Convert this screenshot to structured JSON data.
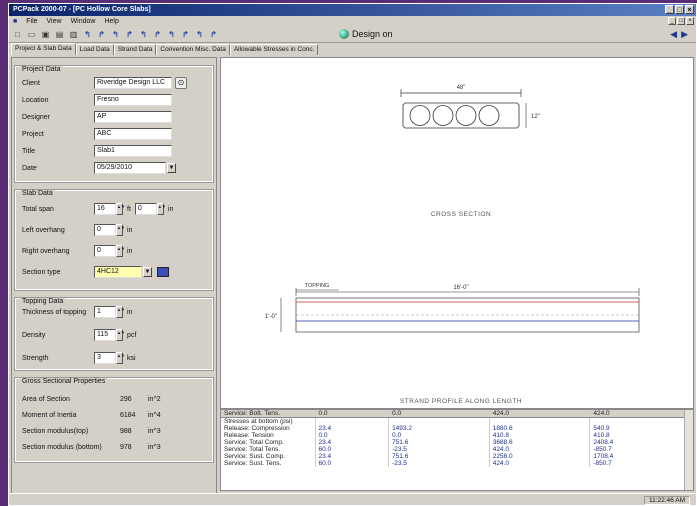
{
  "window": {
    "title": "PCPack 2000-07 - [PC Hollow Core Slabs]"
  },
  "menu": [
    "File",
    "View",
    "Window",
    "Help"
  ],
  "toolbar": {
    "design_label": "Design on"
  },
  "tabs": [
    "Project & Slab Data",
    "Load Data",
    "Strand Data",
    "Convention Misc. Data",
    "Allowable Stresses in Conc."
  ],
  "project": {
    "title": "Project Data",
    "client_label": "Client",
    "client": "Riveridge Design LLC",
    "location_label": "Location",
    "location": "Fresno",
    "designer_label": "Designer",
    "designer": "AP",
    "project_label": "Project",
    "project": "ABC",
    "title_label": "Title",
    "title_value": "Slab1",
    "date_label": "Date",
    "date": "05/29/2010"
  },
  "slab": {
    "title": "Slab Data",
    "span_label": "Total span",
    "span_ft": "16",
    "span_in": "0",
    "ft_unit": "ft",
    "in_unit": "in",
    "left_label": "Left overhang",
    "left": "0",
    "left_unit": "in",
    "right_label": "Right overhang",
    "right": "0",
    "right_unit": "in",
    "section_label": "Section type",
    "section": "4HC12"
  },
  "topping": {
    "title": "Topping Data",
    "thick_label": "Thickness of topping",
    "thick": "1",
    "thick_unit": "in",
    "density_label": "Density",
    "density": "115",
    "density_unit": "pcf",
    "strength_label": "Strength",
    "strength": "3",
    "strength_unit": "ksi"
  },
  "props": {
    "title": "Gross Sectional Properties",
    "rows": [
      {
        "label": "Area of Section",
        "value": "296",
        "unit": "in^2"
      },
      {
        "label": "Moment of Inertia",
        "value": "6184",
        "unit": "in^4"
      },
      {
        "label": "Section modulus(top)",
        "value": "988",
        "unit": "in^3"
      },
      {
        "label": "Section modulus (bottom)",
        "value": "978",
        "unit": "in^3"
      }
    ]
  },
  "drawing": {
    "width_dim": "48\"",
    "height_dim": "12\"",
    "cross_section_caption": "CROSS SECTION",
    "strand_caption": "STRAND PROFILE ALONG LENGTH",
    "topping_dim": "TOPPING",
    "length_dim": "16'-0\"",
    "depth_dim": "1'-0\""
  },
  "grid": {
    "header": [
      "Service: Bott. Tens.",
      "0.0",
      "0.0",
      "424.0",
      "424.0"
    ],
    "rows": [
      [
        "Stresses at bottom (psi)",
        "",
        "",
        "",
        ""
      ],
      [
        "Release: Compression",
        "23.4",
        "1493.2",
        "1880.6",
        "540.9"
      ],
      [
        "Release: Tension",
        "0.0",
        "0.0",
        "410.8",
        "410.8"
      ],
      [
        "Service: Total Comp.",
        "23.4",
        "751.6",
        "3688.6",
        "2408.4"
      ],
      [
        "Service: Total Tens.",
        "60.0",
        "-23.5",
        "424.0",
        "-850.7"
      ],
      [
        "Service: Sust. Comp.",
        "23.4",
        "751.6",
        "2258.0",
        "1708.4"
      ],
      [
        "Service: Sust. Tens.",
        "60.0",
        "-23.5",
        "424.0",
        "-850.7"
      ]
    ]
  },
  "status": {
    "clock": "11:22:46 AM"
  }
}
